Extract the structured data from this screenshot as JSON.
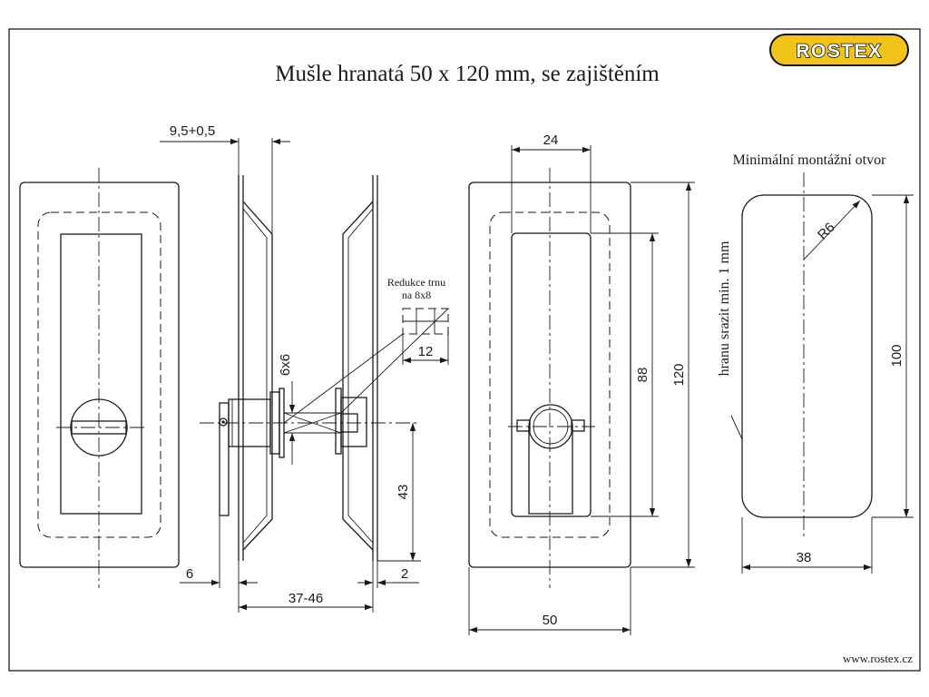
{
  "title": "Mušle hranatá 50 x 120 mm, se zajištěním",
  "brand": {
    "name": "ROSTEX",
    "badge_color": "#f0c419",
    "text_color": "#ffffff",
    "outline_color": "#111111"
  },
  "footer": {
    "url": "www.rostex.cz"
  },
  "annotations": {
    "mounting_hole_title": "Minimální montážní otvor",
    "edge_note": "hranu srazit min. 1 mm",
    "reduction_note_line1": "Redukce trnu",
    "reduction_note_line2": "na 8x8"
  },
  "dimensions": {
    "flange_thickness": "9,5+0,5",
    "width_inner": "24",
    "spindle": "6x6",
    "reduction_length": "12",
    "inner_height": "88",
    "total_height": "120",
    "key_offset": "43",
    "left_offset": "6",
    "right_offset": "2",
    "door_range": "37-46",
    "total_width": "50",
    "radius": "R6",
    "hole_height": "100",
    "hole_width": "38"
  }
}
